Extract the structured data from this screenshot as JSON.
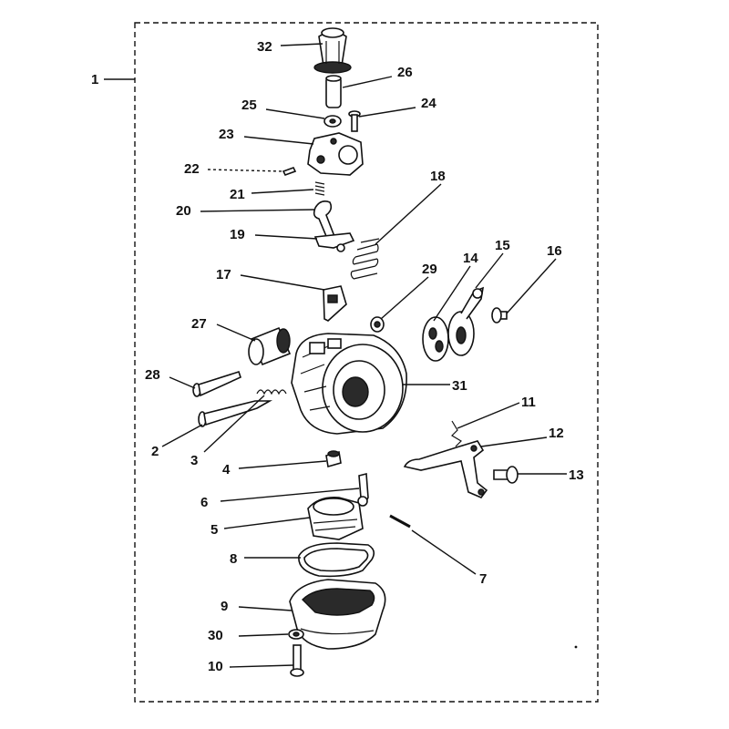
{
  "diagram": {
    "assembly_label": "1",
    "callouts": [
      {
        "id": "2",
        "label": "2"
      },
      {
        "id": "3",
        "label": "3"
      },
      {
        "id": "4",
        "label": "4"
      },
      {
        "id": "5",
        "label": "5"
      },
      {
        "id": "6",
        "label": "6"
      },
      {
        "id": "7",
        "label": "7"
      },
      {
        "id": "8",
        "label": "8"
      },
      {
        "id": "9",
        "label": "9"
      },
      {
        "id": "10",
        "label": "10"
      },
      {
        "id": "11",
        "label": "11"
      },
      {
        "id": "12",
        "label": "12"
      },
      {
        "id": "13",
        "label": "13"
      },
      {
        "id": "14",
        "label": "14"
      },
      {
        "id": "15",
        "label": "15"
      },
      {
        "id": "16",
        "label": "16"
      },
      {
        "id": "17",
        "label": "17"
      },
      {
        "id": "18",
        "label": "18"
      },
      {
        "id": "19",
        "label": "19"
      },
      {
        "id": "20",
        "label": "20"
      },
      {
        "id": "21",
        "label": "21"
      },
      {
        "id": "22",
        "label": "22"
      },
      {
        "id": "23",
        "label": "23"
      },
      {
        "id": "24",
        "label": "24"
      },
      {
        "id": "25",
        "label": "25"
      },
      {
        "id": "26",
        "label": "26"
      },
      {
        "id": "27",
        "label": "27"
      },
      {
        "id": "28",
        "label": "28"
      },
      {
        "id": "29",
        "label": "29"
      },
      {
        "id": "30",
        "label": "30"
      },
      {
        "id": "31",
        "label": "31"
      },
      {
        "id": "32",
        "label": "32"
      }
    ]
  }
}
